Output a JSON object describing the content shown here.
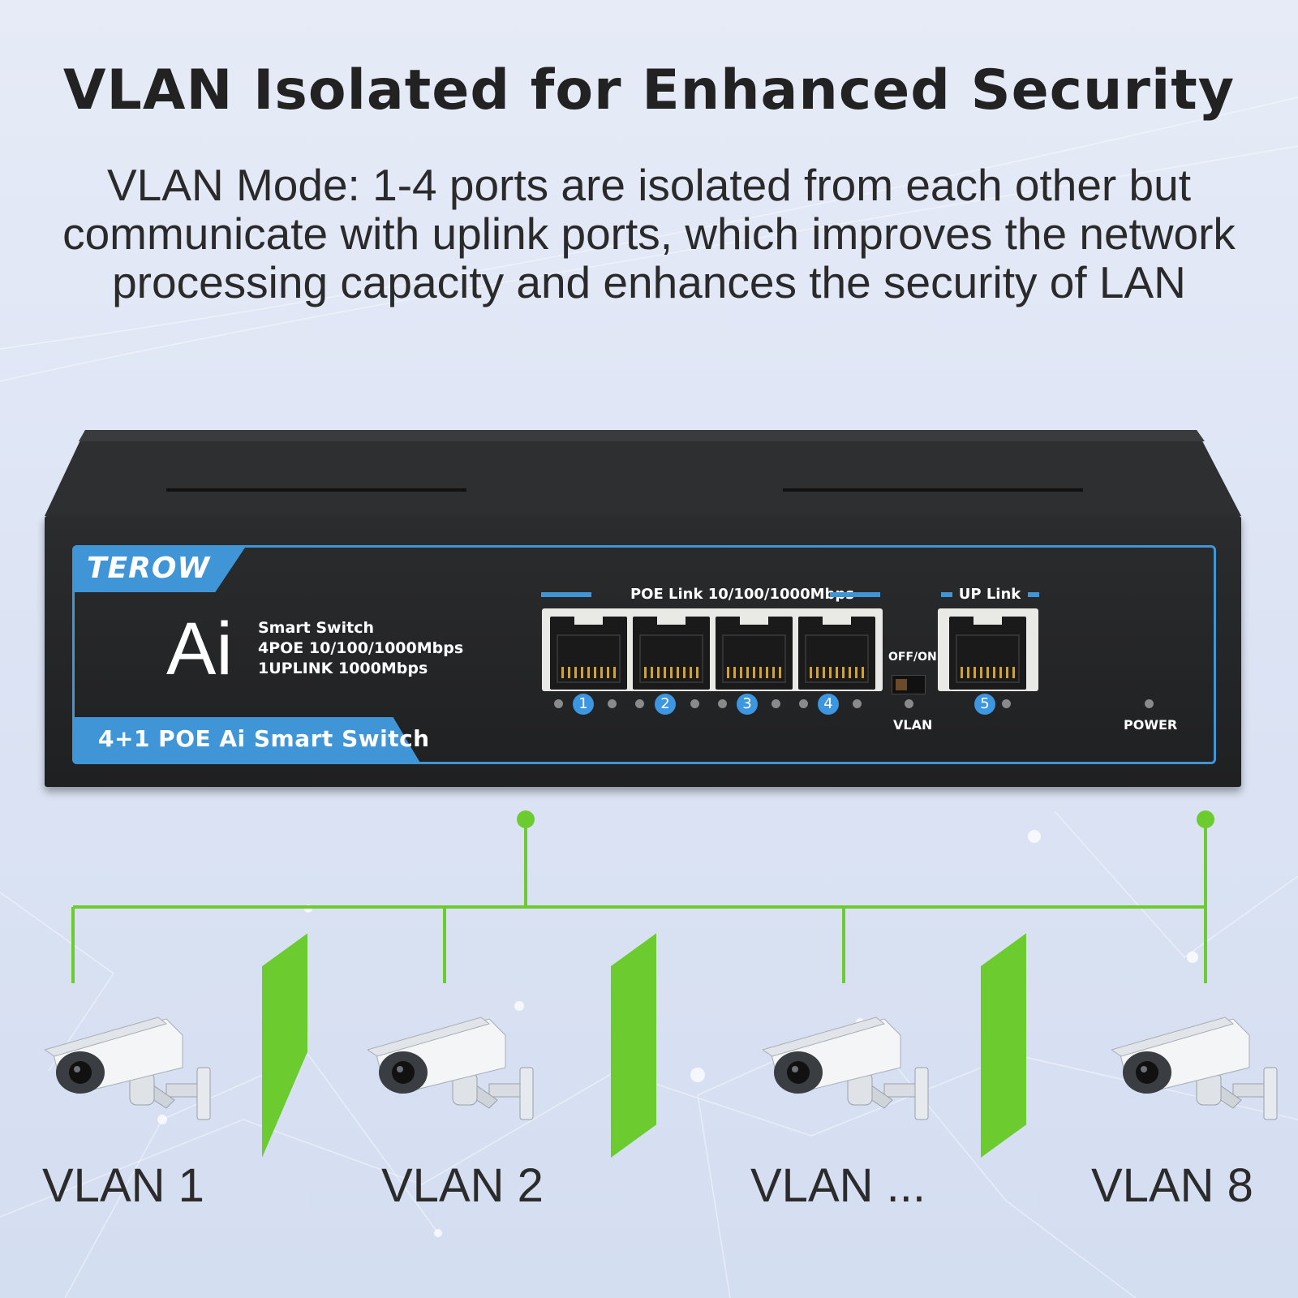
{
  "headline": "VLAN Isolated for Enhanced Security",
  "description": {
    "line1": "VLAN Mode: 1-4 ports are isolated from each other but",
    "line2": "communicate with uplink ports, which improves the network",
    "line3": "processing capacity and enhances the security of LAN"
  },
  "switch": {
    "brand": "TEROW",
    "ai_logo": "Ai",
    "spec_lines": [
      "Smart Switch",
      "4POE 10/100/1000Mbps",
      "1UPLINK 1000Mbps"
    ],
    "model": "4+1 POE Ai Smart Switch",
    "poe_label": "POE Link 10/100/1000Mbps",
    "uplink_label": "UP Link",
    "switch_label": "OFF/ON",
    "vlan_led_label": "VLAN",
    "power_label": "POWER",
    "port_numbers": [
      "1",
      "2",
      "3",
      "4",
      "5"
    ]
  },
  "vlans": [
    "VLAN 1",
    "VLAN 2",
    "VLAN ...",
    "VLAN 8"
  ],
  "colors": {
    "accent_blue": "#3f95d6",
    "link_green": "#6bcb2f",
    "chassis": "#1f2022"
  },
  "icons": {
    "camera": "security-camera-icon",
    "separator": "vlan-isolation-wall"
  }
}
